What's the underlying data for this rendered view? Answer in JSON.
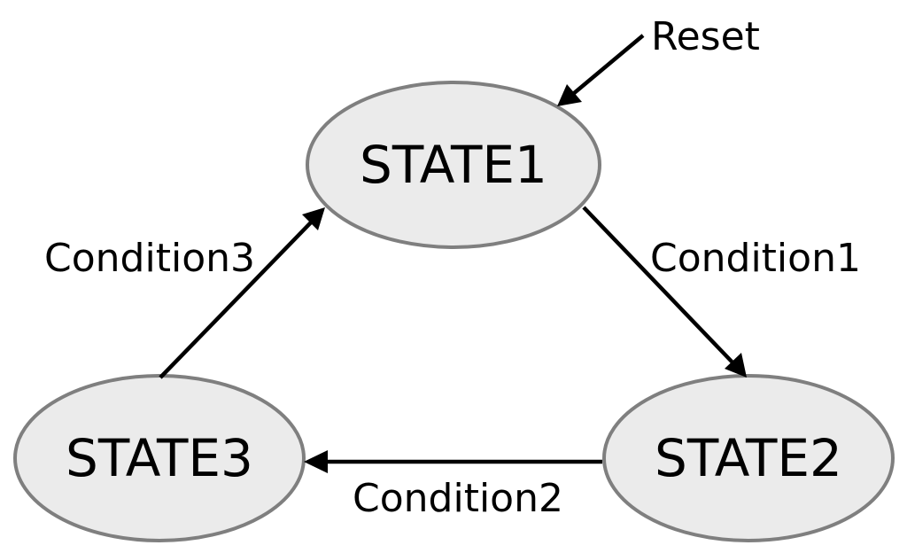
{
  "diagram": {
    "states": {
      "state1": "STATE1",
      "state2": "STATE2",
      "state3": "STATE3"
    },
    "transitions": {
      "reset": "Reset",
      "condition1": "Condition1",
      "condition2": "Condition2",
      "condition3": "Condition3"
    }
  }
}
